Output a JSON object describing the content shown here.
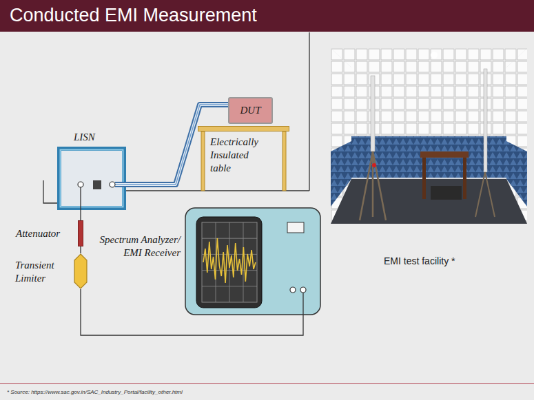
{
  "diagram": {
    "title": "Conducted EMI Measurement",
    "nodes": [
      {
        "text": [
          "DUT"
        ]
      },
      {
        "text": [
          "Electrically Insulated table"
        ]
      },
      {
        "text": [
          "LISN"
        ]
      },
      {
        "text": [
          "Attenuator"
        ]
      },
      {
        "text": [
          "Transient Limiter"
        ]
      },
      {
        "text": [
          "Spectrum Analyzer/ EMI Receiver"
        ]
      }
    ],
    "edges": [
      {
        "from": 2,
        "to": 0,
        "arrow": "none"
      },
      {
        "from": 2,
        "to": 3,
        "arrow": "none"
      },
      {
        "from": 3,
        "to": 4,
        "arrow": "none"
      },
      {
        "from": 4,
        "to": 5,
        "arrow": "none"
      }
    ],
    "labels": [
      "EMI test facility *",
      "* Source: https://www.sac.gov.in/SAC_Industry_Portal/facility_other.html"
    ]
  }
}
